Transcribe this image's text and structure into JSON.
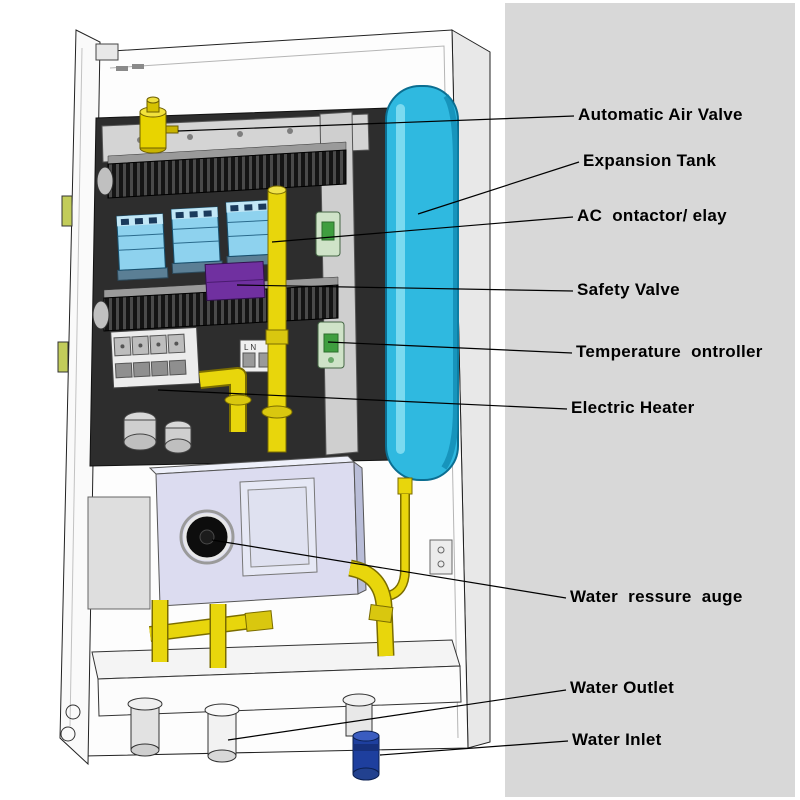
{
  "labels": [
    {
      "name": "automatic-air-valve",
      "text": "Automatic Air Valve"
    },
    {
      "name": "expansion-tank",
      "text": "Expansion Tank"
    },
    {
      "name": "ac-contactor-relay",
      "text": "AC  ontactor/ elay"
    },
    {
      "name": "safety-valve",
      "text": "Safety Valve"
    },
    {
      "name": "temperature-controller",
      "text": "Temperature  ontroller"
    },
    {
      "name": "electric-heater",
      "text": "Electric Heater"
    },
    {
      "name": "water-pressure-gauge",
      "text": "Water  ressure  auge"
    },
    {
      "name": "water-outlet",
      "text": "Water Outlet"
    },
    {
      "name": "water-inlet",
      "text": "Water Inlet"
    }
  ],
  "terminal_label": "L N",
  "colors": {
    "panel": "#d8d8d8",
    "tank": "#2fb9e0",
    "pipe": "#e8d60c",
    "contactor": "#8ed2ee",
    "safety": "#7030a0",
    "controlbox": "#dcdcf0",
    "inlet": "#1e3f9e",
    "valve": "#e8d400",
    "line": "#000000"
  }
}
